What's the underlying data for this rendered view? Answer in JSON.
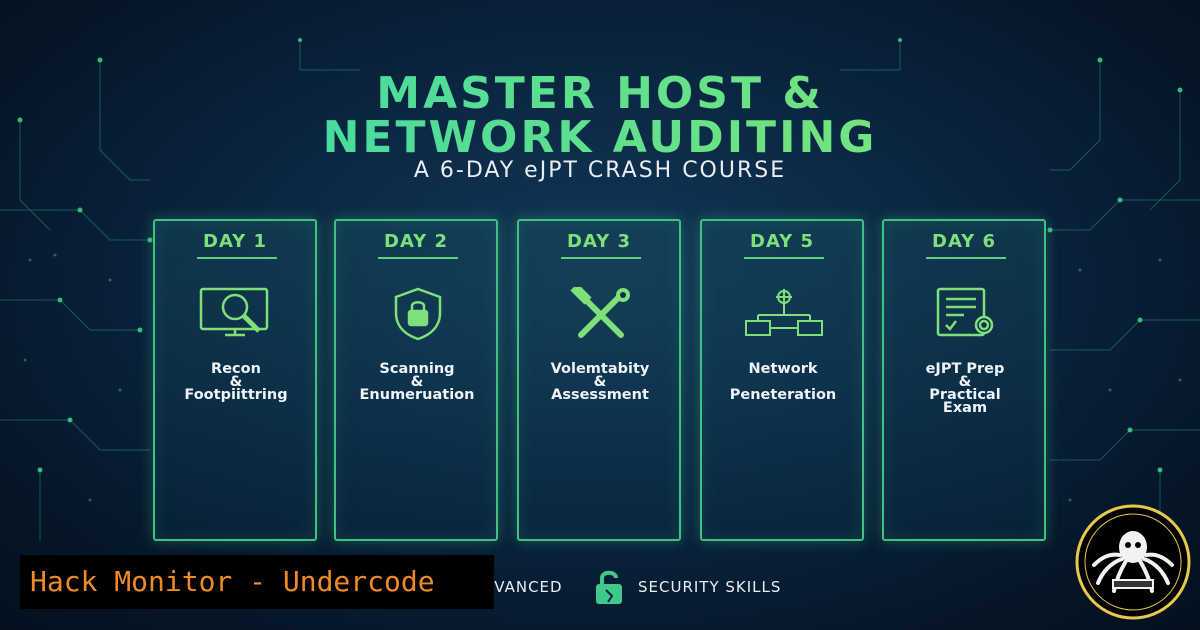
{
  "header": {
    "title_line1": "MASTER HOST &",
    "title_line2": "NETWORK AUDITING",
    "subtitle": "A 6-DAY eJPT CRASH COURSE"
  },
  "cards": [
    {
      "day": "DAY 1",
      "icon": "monitor-magnifier-icon",
      "lines": [
        "Recon",
        "&",
        "Footpiittring"
      ]
    },
    {
      "day": "DAY 2",
      "icon": "shield-lock-icon",
      "lines": [
        "Scanning",
        "&",
        "Enumeruation"
      ]
    },
    {
      "day": "DAY 3",
      "icon": "wrench-hammer-icon",
      "lines": [
        "Volemtabity",
        "&",
        "Assessment"
      ]
    },
    {
      "day": "DAY 5",
      "icon": "network-nodes-icon",
      "lines": [
        "Network",
        "",
        "Peneteration"
      ]
    },
    {
      "day": "DAY 6",
      "icon": "certificate-icon",
      "lines": [
        "eJPT Prep",
        "&",
        "Practical",
        "Exam"
      ]
    }
  ],
  "footer": {
    "skills_left": "DVANCED",
    "skills_right": "SECURITY SKILLS",
    "brand": "Hack Monitor - Undercode"
  },
  "colors": {
    "accent_green": "#3ec27e",
    "title_gradient_start": "#2fd6b0",
    "title_gradient_end": "#8ee86a",
    "brand_orange": "#f08a24",
    "background": "#0a2540"
  }
}
